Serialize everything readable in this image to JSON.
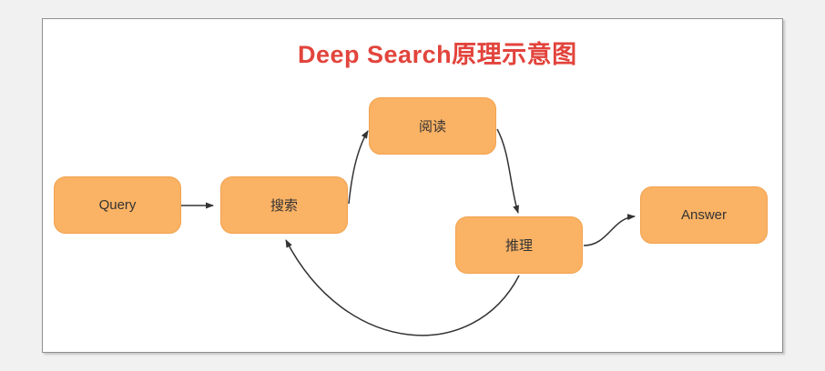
{
  "title": {
    "text": "Deep Search原理示意图",
    "color": "#e2443c"
  },
  "diagram": {
    "nodes": [
      {
        "id": "query",
        "label": "Query"
      },
      {
        "id": "search",
        "label": "搜索"
      },
      {
        "id": "read",
        "label": "阅读"
      },
      {
        "id": "reason",
        "label": "推理"
      },
      {
        "id": "answer",
        "label": "Answer"
      }
    ],
    "edges": [
      {
        "from": "query",
        "to": "search"
      },
      {
        "from": "search",
        "to": "read"
      },
      {
        "from": "read",
        "to": "reason"
      },
      {
        "from": "reason",
        "to": "answer"
      },
      {
        "from": "reason",
        "to": "search",
        "style": "feedback-loop"
      }
    ],
    "node_fill": "#fab264",
    "node_border": "#f2a24e",
    "edge_color": "#333333",
    "canvas_background": "#ffffff",
    "page_background": "#f1f1f2"
  }
}
